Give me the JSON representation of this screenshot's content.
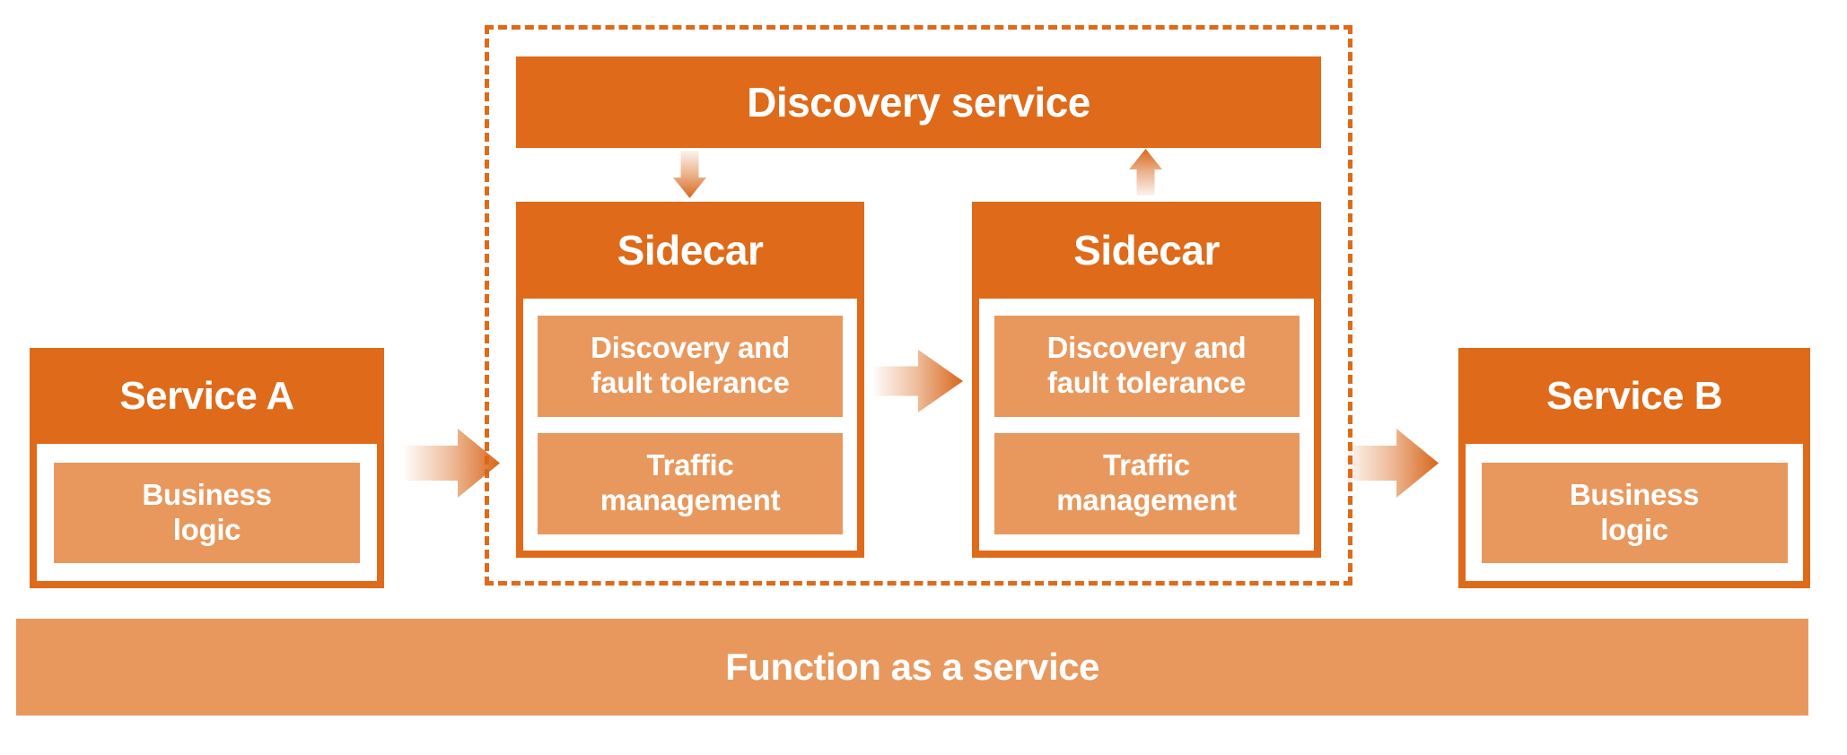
{
  "diagram": {
    "service_a": {
      "title": "Service A",
      "component": "Business logic"
    },
    "service_b": {
      "title": "Service B",
      "component": "Business logic"
    },
    "mesh": {
      "discovery_service": "Discovery service",
      "sidecars": [
        {
          "title": "Sidecar",
          "components": [
            "Discovery and fault tolerance",
            "Traffic management"
          ]
        },
        {
          "title": "Sidecar",
          "components": [
            "Discovery and fault tolerance",
            "Traffic management"
          ]
        }
      ]
    },
    "platform": "Function as a service"
  },
  "arrows": [
    "arrow-right-service-a-to-mesh",
    "arrow-down-discovery-to-sidecar",
    "arrow-right-sidecar-to-sidecar",
    "arrow-up-sidecar-to-discovery",
    "arrow-right-mesh-to-service-b"
  ],
  "colors": {
    "dark_orange": "#de6a1a",
    "light_orange": "#e9985d",
    "arrow_orange": "#d8671b",
    "text": "#ffffff",
    "background": "#ffffff"
  }
}
